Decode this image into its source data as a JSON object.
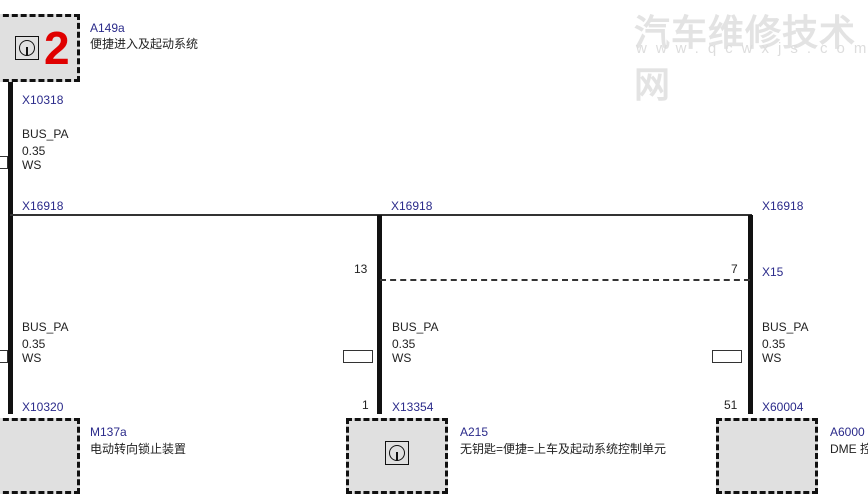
{
  "watermark": {
    "title": "汽车维修技术网",
    "url": "www.qcwxjs.com"
  },
  "top_module": {
    "id": "A149a",
    "name": "便捷进入及起动系统",
    "badge": "2",
    "badge_color": "#e00000",
    "icon": "steering-wheel-icon"
  },
  "wire_top": {
    "connector_top": "X10318",
    "signal": "BUS_PA",
    "size": "0.35",
    "color": "WS",
    "connector_bottom": "X16918"
  },
  "splices": [
    "X16918",
    "X16918"
  ],
  "pins": {
    "mid_upper": "13",
    "right_upper": "7",
    "right_connector": "X15",
    "mid_lower": "1",
    "right_lower": "51"
  },
  "wires_lower": [
    {
      "signal": "BUS_PA",
      "size": "0.35",
      "color": "WS",
      "connector": "X10320"
    },
    {
      "signal": "BUS_PA",
      "size": "0.35",
      "color": "WS",
      "connector": "X13354"
    },
    {
      "signal": "BUS_PA",
      "size": "0.35",
      "color": "WS",
      "connector": "X60004"
    }
  ],
  "modules": [
    {
      "id": "M137a",
      "name": "电动转向锁止装置"
    },
    {
      "id": "A215",
      "name": "无钥匙=便捷=上车及起动系统控制单元",
      "icon": "steering-wheel-icon"
    },
    {
      "id": "A6000",
      "name": "DME 控"
    }
  ]
}
